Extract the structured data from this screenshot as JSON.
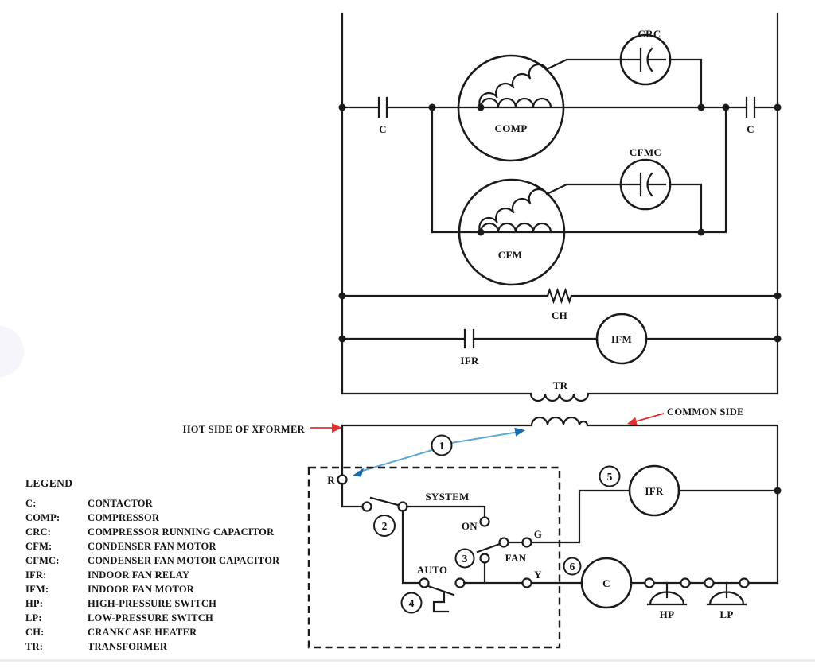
{
  "colors": {
    "line": "#1b1b1b",
    "red": "#e22f2f",
    "blue_shaft": "#5fa8d3",
    "blue_head": "#1b6ca8"
  },
  "labels": {
    "crc": "CRC",
    "c_left": "C",
    "c_right": "C",
    "comp": "COMP",
    "cfmc": "CFMC",
    "cfm": "CFM",
    "ch": "CH",
    "ifr_contacts": "IFR",
    "ifm": "IFM",
    "tr": "TR",
    "hot_side": "HOT SIDE OF XFORMER",
    "common_side": "COMMON SIDE",
    "r_terminal": "R",
    "system": "SYSTEM",
    "on": "ON",
    "auto": "AUTO",
    "fan": "FAN",
    "g_terminal": "G",
    "y_terminal": "Y",
    "ifr_coil": "IFR",
    "contactor": "C",
    "hp": "HP",
    "lp": "LP"
  },
  "callouts": [
    "1",
    "2",
    "3",
    "4",
    "5",
    "6"
  ],
  "legend": {
    "title": "LEGEND",
    "entries": [
      {
        "abbr": "C:",
        "desc": "CONTACTOR"
      },
      {
        "abbr": "COMP:",
        "desc": "COMPRESSOR"
      },
      {
        "abbr": "CRC:",
        "desc": "COMPRESSOR RUNNING CAPACITOR"
      },
      {
        "abbr": "CFM:",
        "desc": "CONDENSER FAN MOTOR"
      },
      {
        "abbr": "CFMC:",
        "desc": "CONDENSER FAN MOTOR CAPACITOR"
      },
      {
        "abbr": "IFR:",
        "desc": "INDOOR FAN RELAY"
      },
      {
        "abbr": "IFM:",
        "desc": "INDOOR FAN MOTOR"
      },
      {
        "abbr": "HP:",
        "desc": "HIGH-PRESSURE SWITCH"
      },
      {
        "abbr": "LP:",
        "desc": "LOW-PRESSURE SWITCH"
      },
      {
        "abbr": "CH:",
        "desc": "CRANKCASE HEATER"
      },
      {
        "abbr": "TR:",
        "desc": "TRANSFORMER"
      }
    ]
  }
}
